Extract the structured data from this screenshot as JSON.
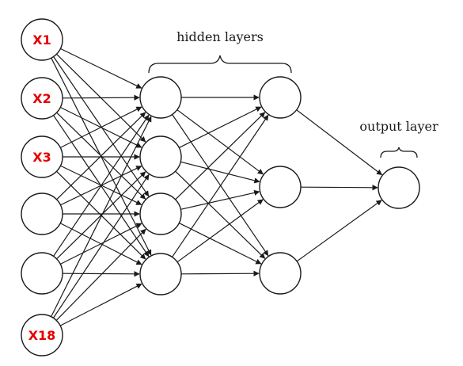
{
  "titles": {
    "hidden": "hidden layers",
    "output": "output layer"
  },
  "input_labels": [
    "X1",
    "X2",
    "X3",
    "",
    "",
    "X18"
  ],
  "colors": {
    "label": "#e60000",
    "line": "#1a1a1a"
  },
  "layers": [
    {
      "role": "input",
      "count": 6
    },
    {
      "role": "hidden",
      "count": 4
    },
    {
      "role": "hidden",
      "count": 3
    },
    {
      "role": "output",
      "count": 1
    }
  ]
}
